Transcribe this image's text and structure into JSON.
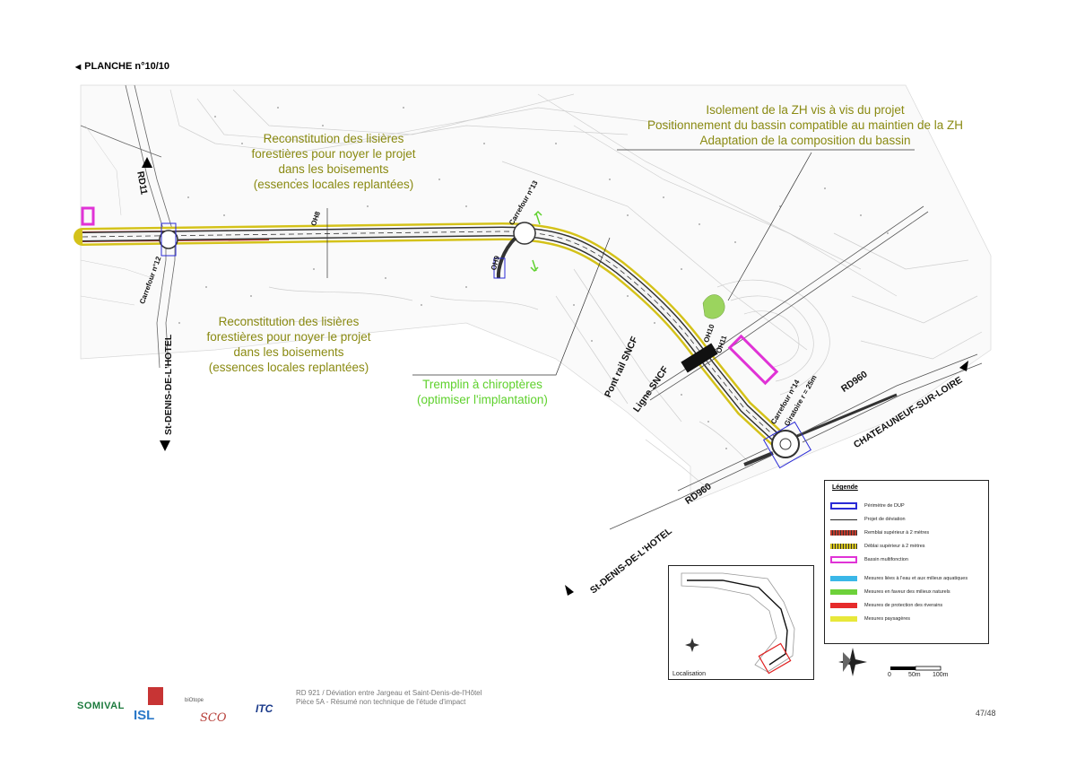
{
  "header": {
    "title": "PLANCHE n°10/10"
  },
  "annotations": {
    "lisiere_top": [
      "Reconstitution des lisières",
      "forestières pour noyer le projet",
      "dans les boisements",
      "(essences locales replantées)"
    ],
    "lisiere_bottom": [
      "Reconstitution des lisières",
      "forestières pour noyer le projet",
      "dans les boisements",
      "(essences locales replantées)"
    ],
    "zh": [
      "Isolement de la ZH vis à vis du projet",
      "Positionnement du bassin compatible au maintien de la ZH",
      "Adaptation de la composition du bassin"
    ],
    "tremplin": [
      "Tremplin à chiroptères",
      "(optimiser l'implantation)"
    ]
  },
  "map_labels": {
    "rd11": "RD11",
    "carrefour12": "Carrefour n°12",
    "carrefour13": "Carrefour n°13",
    "carrefour14": "Carrefour n°14",
    "giratoire": "Giratoire r = 25m",
    "oh8": "OH8",
    "oh9": "OH9",
    "oh10": "OH10",
    "oh11": "OH11",
    "pont_rail": "Pont rail SNCF",
    "ligne_sncf": "Ligne SNCF",
    "rd960_right": "RD960",
    "rd960_left": "RD960",
    "st_denis_left": "St-DENIS-DE-L'HOTEL",
    "st_denis_bottom": "St-DENIS-DE-L'HOTEL",
    "chateauneuf": "CHATEAUNEUF-SUR-LOIRE"
  },
  "legend": {
    "title": "Légende",
    "items": [
      {
        "label": "Périmètre de DUP",
        "color": "#2a2ad6",
        "style": "outline"
      },
      {
        "label": "Projet de déviation",
        "color": "#222222",
        "style": "line"
      },
      {
        "label": "Remblai supérieur à 2 mètres",
        "color": "#c0392b",
        "style": "hatched"
      },
      {
        "label": "Déblai supérieur à 2 mètres",
        "color": "#d4c21a",
        "style": "hatched"
      },
      {
        "label": "Bassin multifonction",
        "color": "#e033d6",
        "style": "outline"
      },
      {
        "label": "Mesures liées à l'eau et aux milieux aquatiques",
        "color": "#3ab7e8",
        "style": "band"
      },
      {
        "label": "Mesures en faveur des milieux naturels",
        "color": "#6dd13a",
        "style": "band"
      },
      {
        "label": "Mesures de protection des riverains",
        "color": "#e62b2b",
        "style": "band"
      },
      {
        "label": "Mesures paysagères",
        "color": "#e8e83a",
        "style": "band"
      }
    ]
  },
  "localisation": {
    "label": "Localisation"
  },
  "scale": {
    "labels": [
      "0",
      "50m",
      "100m"
    ]
  },
  "footer": {
    "line1": "RD 921 / Déviation entre Jargeau et Saint-Denis-de-l'Hôtel",
    "line2": "Pièce 5A  -  Résumé non technique de l'étude d'impact",
    "page": "47/48"
  },
  "logos": {
    "somival": "SOMIVAL",
    "isl": "ISL",
    "itc": "ITC",
    "biotope": "biOtope",
    "sco": "SCO"
  },
  "colors": {
    "annotation_olive": "#8a8a12",
    "annotation_green": "#5fd12d",
    "dup_perimeter": "#2a2ad6",
    "remblai": "#c0392b",
    "deblai": "#d4c21a",
    "bassin": "#e033d6",
    "zone_humide": "#9bd45e"
  }
}
